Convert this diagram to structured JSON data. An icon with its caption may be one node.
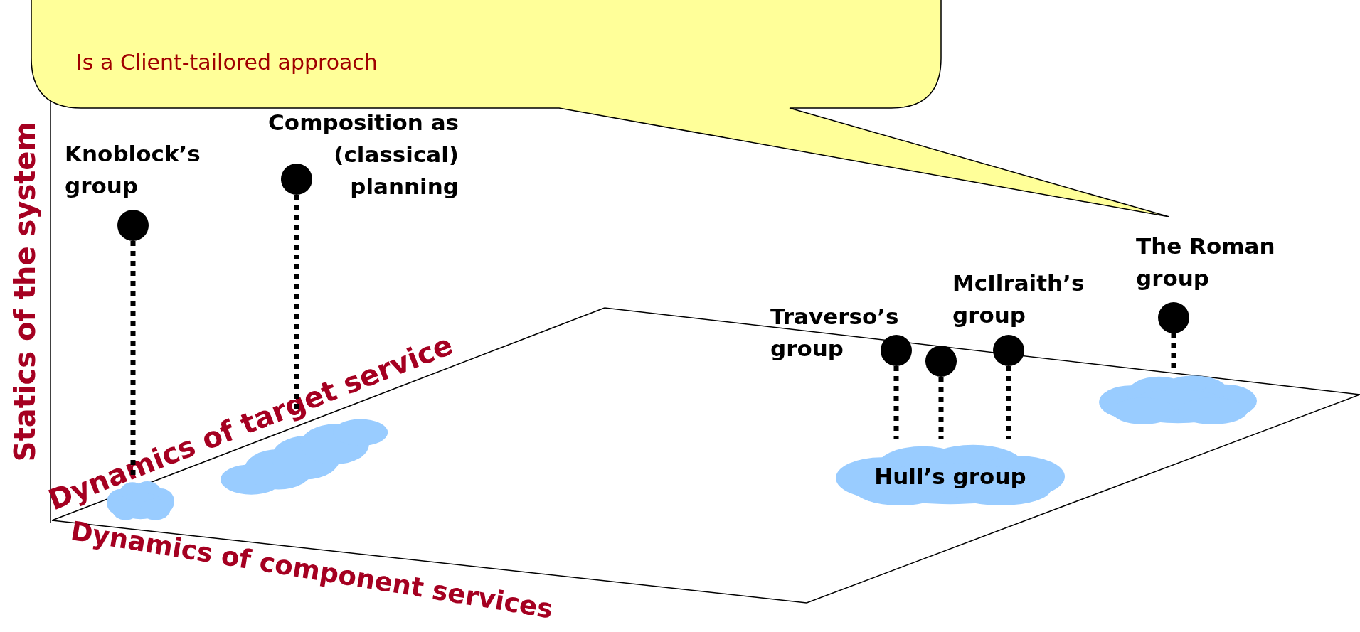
{
  "diagram": {
    "nodes": [
      {
        "text": [
          "Is a Client-tailored approach"
        ]
      },
      {
        "text": [],
        "shape": "circle",
        "beside": [
          "Knoblock’s group"
        ]
      },
      {
        "text": [],
        "shape": "circle",
        "beside": [
          "Composition as (classical) planning"
        ]
      },
      {
        "text": [],
        "shape": "circle",
        "beside": [
          "Traverso’s group"
        ]
      },
      {
        "text": [],
        "shape": "circle"
      },
      {
        "text": [],
        "shape": "circle",
        "beside": [
          "McIlraith’s group"
        ]
      },
      {
        "text": [],
        "shape": "circle",
        "beside": [
          "The Roman group"
        ]
      },
      {
        "text": [],
        "shape": "cloud"
      },
      {
        "text": [],
        "shape": "cloud"
      },
      {
        "text": [
          "Hull’s group"
        ]
      },
      {
        "text": [],
        "shape": "cloud"
      }
    ],
    "edges": [
      {
        "from": 1,
        "to": 7,
        "arrow": "none",
        "style": "dashed"
      },
      {
        "from": 2,
        "to": 8,
        "arrow": "none",
        "style": "dashed"
      },
      {
        "from": 3,
        "to": 9,
        "arrow": "none",
        "style": "dashed"
      },
      {
        "from": 4,
        "to": 9,
        "arrow": "none",
        "style": "dashed"
      },
      {
        "from": 5,
        "to": 9,
        "arrow": "none",
        "style": "dashed"
      },
      {
        "from": 6,
        "to": 10,
        "arrow": "none",
        "style": "dashed"
      }
    ],
    "labels": [
      "Statics of the system",
      "Dynamics of target service",
      "Dynamics of component services"
    ]
  }
}
